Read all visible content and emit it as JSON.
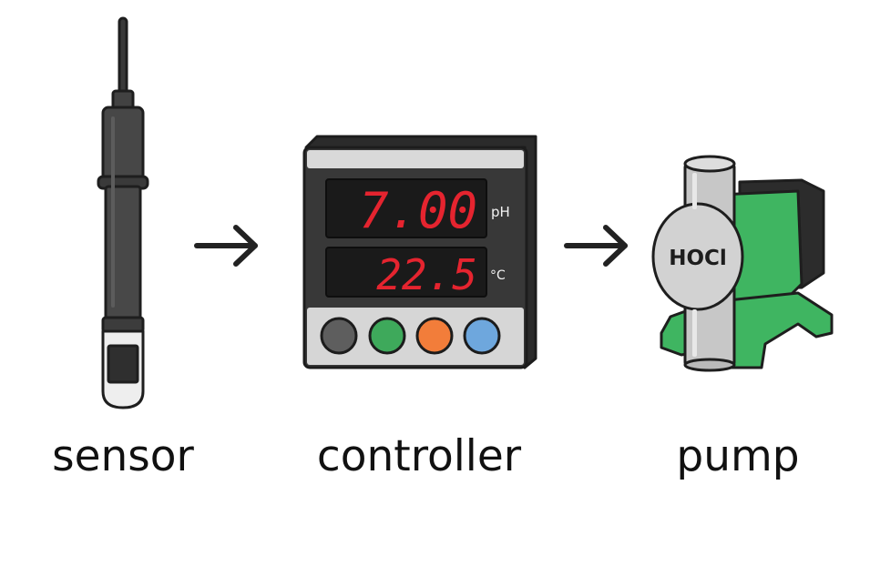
{
  "captions": {
    "sensor": "sensor",
    "controller": "controller",
    "pump": "pump"
  },
  "controller": {
    "ph_reading": "7.00",
    "ph_unit": "pH",
    "temp_reading": "22.5",
    "temp_unit": "°C",
    "button_colors": [
      "#5e5e5e",
      "#3ea95b",
      "#f27d3a",
      "#6ea7dd"
    ]
  },
  "pump": {
    "label": "HOCl",
    "body_color": "#3fb561"
  },
  "icons": [
    "sensor-probe-icon",
    "arrow-right-icon",
    "controller-device-icon",
    "dosing-pump-icon"
  ]
}
